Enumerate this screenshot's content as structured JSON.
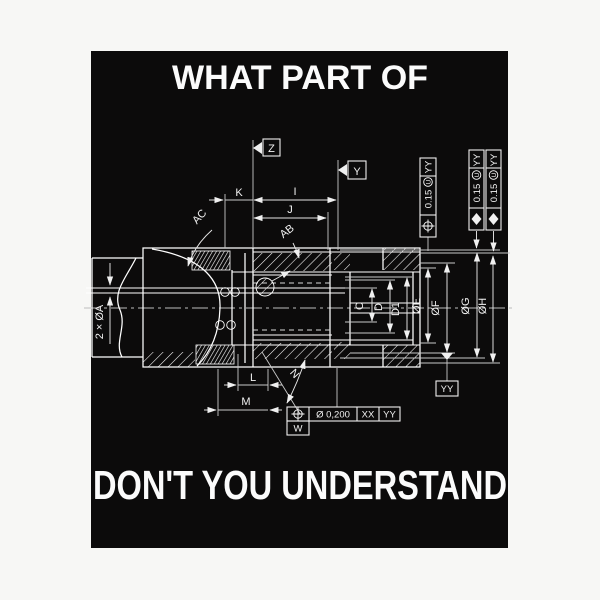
{
  "poster": {
    "top_text": "WHAT PART OF",
    "bottom_text": "DON'T YOU UNDERSTAND",
    "colors": {
      "page_bg": "#f7f7f5",
      "poster_bg": "#0c0b0b",
      "line": "#ffffff",
      "dim_line": "#c9c9c9",
      "text": "#fbfbfb"
    }
  },
  "drawing": {
    "datum_flags": {
      "z": "Z",
      "y": "Y"
    },
    "datum_targets": {
      "yy": "YY",
      "w": "W"
    },
    "dim_labels": {
      "k": "K",
      "i": "I",
      "j": "J",
      "ac": "AC",
      "ab": "AB",
      "c": "C",
      "d": "D",
      "d1": "D1",
      "oe": "ØE",
      "of": "ØF",
      "og": "ØG",
      "oh": "ØH",
      "l": "L",
      "m": "M",
      "n": "N",
      "a": "2 × ØA"
    },
    "fcf": {
      "pos_col": {
        "symbol": "position-icon",
        "tolerance": "0.15",
        "modifier": "U",
        "datum": "YY"
      },
      "dia_col1": {
        "symbol": "diamond-icon",
        "tolerance": "0.15",
        "modifier": "U",
        "datum": "YY"
      },
      "dia_col2": {
        "symbol": "diamond-icon",
        "tolerance": "0.15",
        "modifier": "U",
        "datum": "YY"
      },
      "bottom": {
        "symbol": "position-icon",
        "tolerance": "Ø 0,200",
        "datum1": "XX",
        "datum2": "YY",
        "datum_below": "W"
      }
    }
  }
}
